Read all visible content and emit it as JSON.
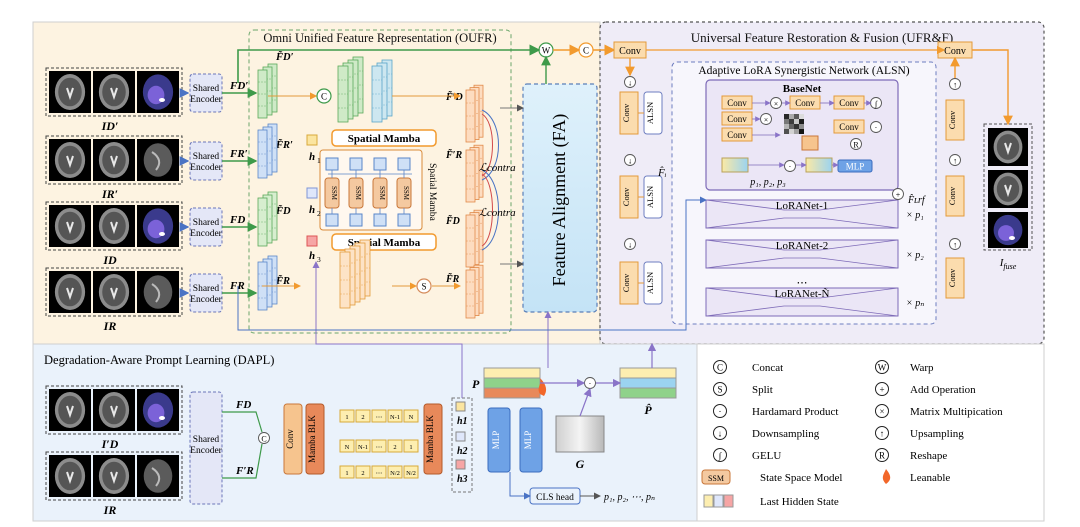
{
  "oufr": {
    "title": "Omni Unified Feature Representation (OUFR)"
  },
  "ufrf": {
    "title": "Universal Feature Restoration & Fusion (UFR&F)"
  },
  "alsn": {
    "title": "Adaptive LoRA Synergistic Network (ALSN)"
  },
  "dapl": {
    "title": "Degradation-Aware Prompt Learning (DAPL)"
  },
  "labels": {
    "shared_encoder": "Shared Encoder",
    "spatial_mamba": "Spatial Mamba",
    "ssm": "SSM",
    "feature_alignment": "Feature Alignment (FA)",
    "conv": "Conv",
    "alsn_short": "ALSN",
    "basenet": "BaseNet",
    "mlp": "MLP",
    "lora_1": "LoRANet-1",
    "lora_2": "LoRANet-2",
    "lora_n": "LoRANet-Ñ",
    "mamba_blk": "Mamba BLK",
    "cls_head": "CLS head",
    "p_list": "p₁, p₂, ⋯, pₙ",
    "p_three": "p₁, p₂, p₃",
    "l_contra": "ℒcontra",
    "ellipsis": "⋯"
  },
  "inputs": [
    {
      "name": "I_D′",
      "feat": "F_D′",
      "feat_hat": "F̃_D′"
    },
    {
      "name": "I_R′",
      "feat": "F_R′",
      "feat_hat": "F̃_R′"
    },
    {
      "name": "I_D",
      "feat": "F_D",
      "feat_hat": "F̃_D"
    },
    {
      "name": "I_R",
      "feat": "F_R",
      "feat_hat": "F̃_R"
    }
  ],
  "output_label": "I_fuse",
  "scales": [
    "× p₁",
    "× p₂",
    "× pₙ"
  ],
  "legend": [
    {
      "symbol": "C",
      "label": "Concat"
    },
    {
      "symbol": "W",
      "label": "Warp"
    },
    {
      "symbol": "S",
      "label": "Split"
    },
    {
      "symbol": "+",
      "label": "Add Operation"
    },
    {
      "symbol": "·",
      "label": "Hardamard Product"
    },
    {
      "symbol": "×",
      "label": "Matrix Multipication"
    },
    {
      "symbol": "↓",
      "label": "Downsampling"
    },
    {
      "symbol": "↑",
      "label": "Upsampling"
    },
    {
      "symbol": "∫",
      "label": "GELU"
    },
    {
      "symbol": "R",
      "label": "Reshape"
    },
    {
      "symbol": "SSM",
      "label": "State Space Model"
    },
    {
      "symbol": "flame",
      "label": "Leanable"
    },
    {
      "symbol": "cubes",
      "label": "Last Hidden State"
    }
  ],
  "colors": {
    "oufr_bg": "#fdf3e1",
    "ufrf_bg": "#efecf7",
    "dapl_bg": "#eaf2fb",
    "orange": "#f29a2e",
    "green": "#3e9a4a",
    "blue": "#4a73c4",
    "purple": "#8a74c8",
    "ssm": "#f4c9a0"
  }
}
